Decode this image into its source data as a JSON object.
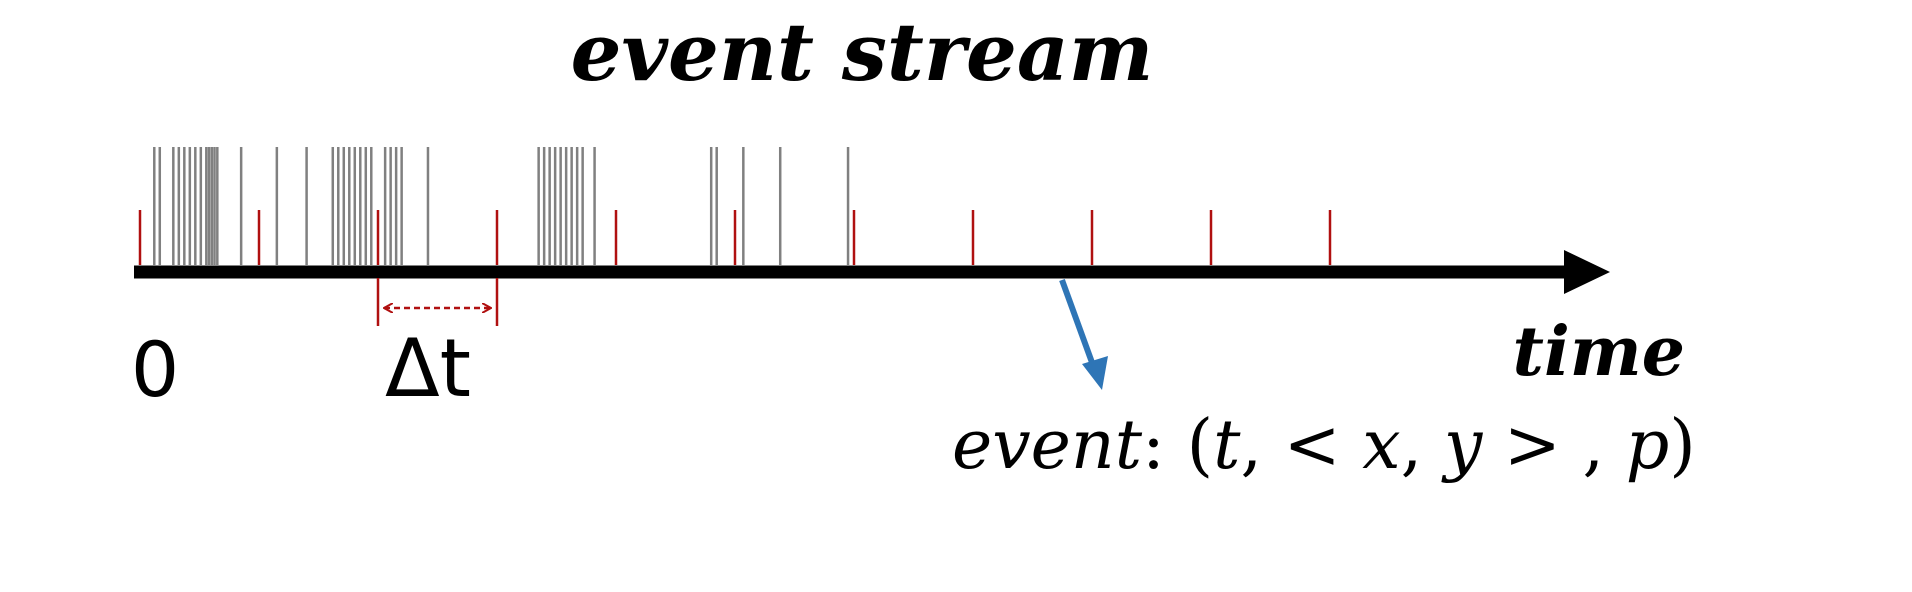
{
  "title": "event stream",
  "axis": {
    "origin_label": "0",
    "interval_label": "Δt",
    "time_label": "time"
  },
  "event_label": {
    "name": "event",
    "colon": ":",
    "tuple_open": " (",
    "t": "t",
    "sep1": ", < ",
    "x": "x",
    "sep2": ", ",
    "y": "y",
    "sep3": " > , ",
    "p": "p",
    "tuple_close": ")"
  },
  "colors": {
    "axis": "#000000",
    "event_tick": "#808080",
    "interval_tick": "#b01010",
    "pointer_arrow": "#2e75b6"
  },
  "interval_count": 11,
  "event_clusters": [
    {
      "start": 0.12,
      "count": 2
    },
    {
      "start": 0.28,
      "count": 9
    },
    {
      "start": 0.58,
      "count": 2
    },
    {
      "start": 0.85,
      "count": 1
    },
    {
      "start": 1.15,
      "count": 1
    },
    {
      "start": 1.4,
      "count": 1
    },
    {
      "start": 1.62,
      "count": 8
    },
    {
      "start": 2.06,
      "count": 4
    },
    {
      "start": 2.42,
      "count": 1
    },
    {
      "start": 3.35,
      "count": 9
    },
    {
      "start": 3.82,
      "count": 1
    },
    {
      "start": 4.8,
      "count": 2
    },
    {
      "start": 5.07,
      "count": 1
    },
    {
      "start": 5.38,
      "count": 1
    },
    {
      "start": 5.95,
      "count": 1
    }
  ]
}
